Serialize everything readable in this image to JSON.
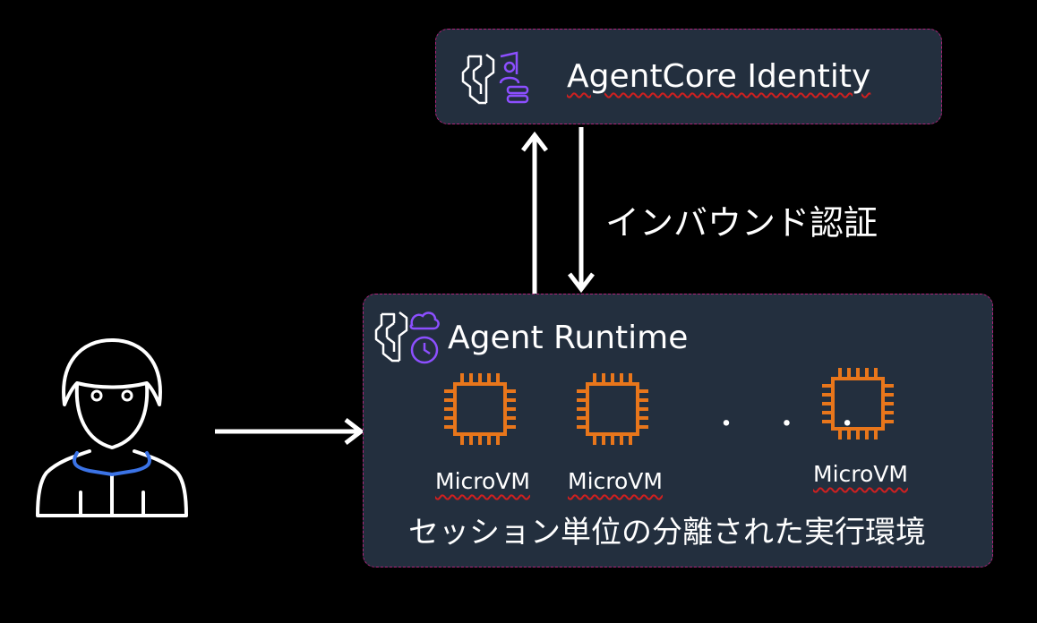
{
  "identity": {
    "title": "AgentCore Identity"
  },
  "auth": {
    "label": "インバウンド認証"
  },
  "runtime": {
    "title": "Agent Runtime",
    "microvms": [
      {
        "label": "MicroVM"
      },
      {
        "label": "MicroVM"
      },
      {
        "label": "MicroVM"
      }
    ],
    "ellipsis": "・ ・ ・",
    "caption": "セッション単位の分離された実行環境"
  },
  "colors": {
    "box_bg": "#232f3e",
    "box_border": "#b0237a",
    "chip": "#e8761b",
    "icon_accent": "#8c4fff",
    "user_collar": "#3b73e6"
  }
}
